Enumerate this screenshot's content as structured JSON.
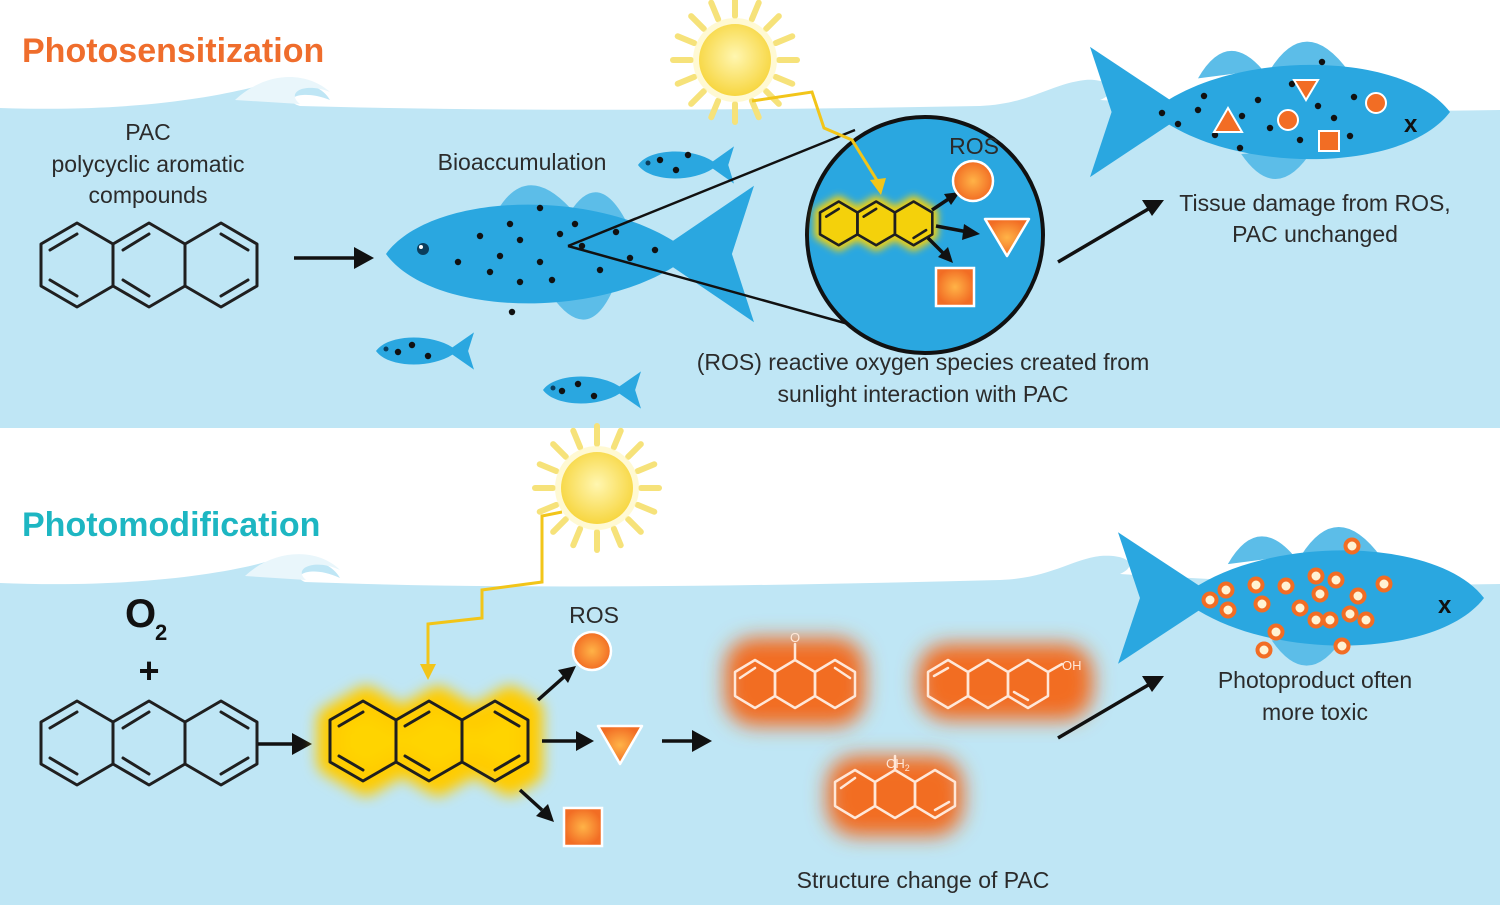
{
  "colors": {
    "water": "#bfe6f5",
    "fish": "#2aa7e0",
    "fish_dark": "#1b8ec7",
    "orange": "#f26d24",
    "teal": "#1db6c2",
    "sun": "#fbe15a",
    "glow": "#ffd400"
  },
  "top_panel": {
    "title": "Photosensitization",
    "pac_label": {
      "line1": "PAC",
      "line2": "polycyclic aromatic",
      "line3": "compounds"
    },
    "bioaccumulation_label": "Bioaccumulation",
    "ros_label": "ROS",
    "ros_caption": {
      "line1": "(ROS) reactive oxygen species created from",
      "line2": "sunlight interaction with PAC"
    },
    "result_label": {
      "line1": "Tissue damage from ROS,",
      "line2": "PAC unchanged"
    },
    "dead_fish_mark": "x"
  },
  "bottom_panel": {
    "title": "Photomodification",
    "oxygen_symbol": "O",
    "oxygen_subscript": "2",
    "plus_sign": "+",
    "ros_label": "ROS",
    "oxygen_atom": "O",
    "hydroxyl_group": "OH",
    "methylene_group": "CH",
    "methylene_subscript": "2",
    "structure_label": "Structure change of PAC",
    "result_label": {
      "line1": "Photoproduct often",
      "line2": "more toxic"
    },
    "dead_fish_mark": "x"
  }
}
